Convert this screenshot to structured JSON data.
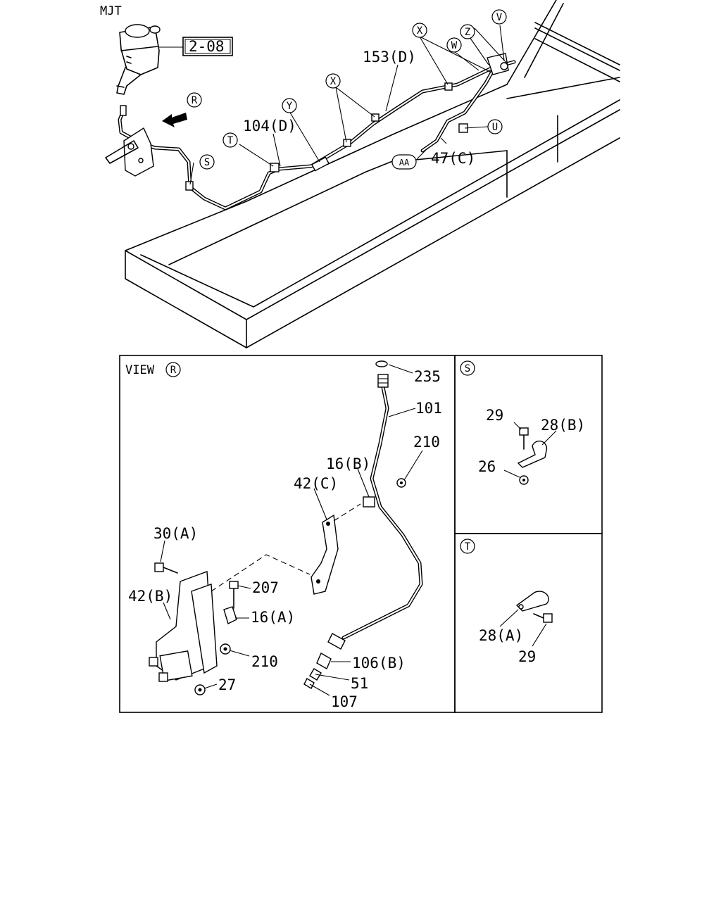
{
  "page_code": "MJT",
  "reference_box": "2-08",
  "view_label": "VIEW",
  "circle_labels": {
    "R": "R",
    "S": "S",
    "T": "T",
    "U": "U",
    "V": "V",
    "W": "W",
    "X": "X",
    "Y": "Y",
    "Z": "Z",
    "AA": "AA"
  },
  "top_callouts": {
    "c153D": "153(D)",
    "c104D": "104(D)",
    "c47C": "47(C)"
  },
  "view_r_callouts": {
    "c235": "235",
    "c101": "101",
    "c210a": "210",
    "c16B": "16(B)",
    "c42C": "42(C)",
    "c30A": "30(A)",
    "c42B": "42(B)",
    "c207": "207",
    "c16A": "16(A)",
    "c210b": "210",
    "c27": "27",
    "c106B": "106(B)",
    "c51": "51",
    "c107": "107"
  },
  "view_s_callouts": {
    "c29": "29",
    "c28B": "28(B)",
    "c26": "26"
  },
  "view_t_callouts": {
    "c28A": "28(A)",
    "c29": "29"
  }
}
